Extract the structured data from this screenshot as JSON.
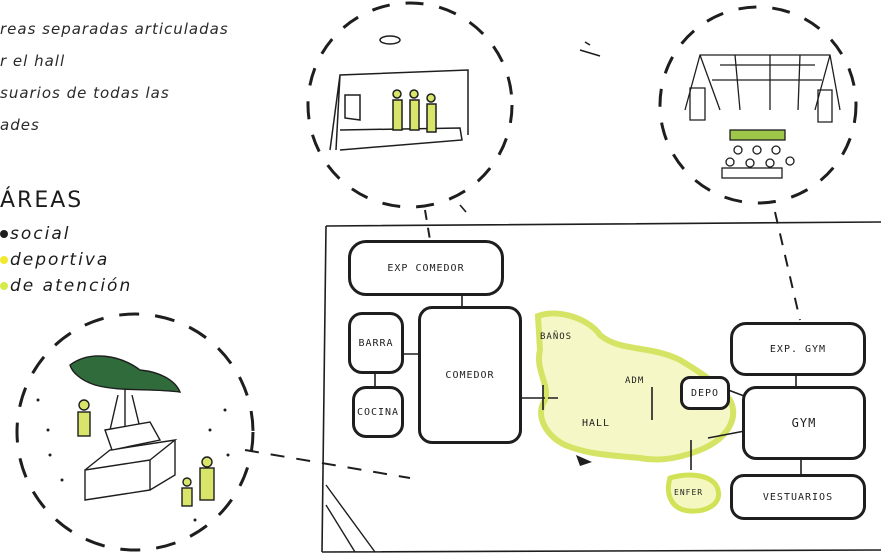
{
  "notes": [
    "reas separadas articuladas",
    "r el hall",
    "suarios de todas las",
    "ades"
  ],
  "legend": {
    "title": "ÁREAS",
    "items": [
      {
        "label": "social",
        "color": "#1e1e1e"
      },
      {
        "label": "deportiva",
        "color": "#f2e830"
      },
      {
        "label": "de atención",
        "color": "#d6ea4a"
      }
    ]
  },
  "plan": {
    "exp_comedor": "EXP COMEDOR",
    "barra": "BARRA",
    "cocina": "COCINA",
    "comedor": "COMEDOR",
    "bano": "BAÑOS",
    "adm": "ADM",
    "hall": "HALL",
    "depo": "DEPO",
    "exp_gym": "EXP. GYM",
    "gym": "GYM",
    "enfer": "ENFER",
    "vestuarios": "VESTUARIOS"
  },
  "colors": {
    "ink": "#1e1e1e",
    "highlight": "#e6f07a"
  }
}
